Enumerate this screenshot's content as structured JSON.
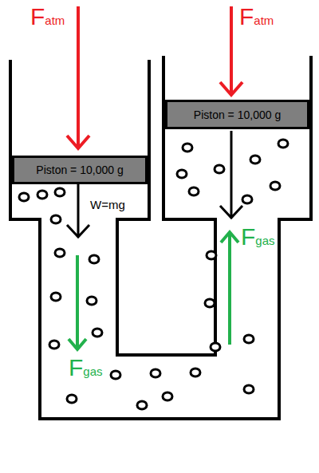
{
  "diagram": {
    "nodes": [
      {
        "text": [
          "Piston = 10,000 g"
        ]
      },
      {
        "text": [
          "Piston = 10,000 g"
        ]
      }
    ],
    "labels": [
      "Fatm",
      "Fatm",
      "W=mg",
      "Fgas",
      "Fgas"
    ]
  }
}
